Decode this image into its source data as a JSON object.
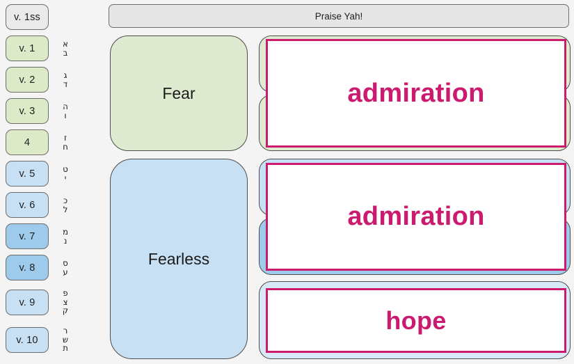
{
  "header": {
    "title": "Praise Yah!"
  },
  "sidebar": {
    "verses": [
      {
        "label": "v. 1ss",
        "tone": "neutral",
        "hebrew": []
      },
      {
        "label": "v. 1",
        "tone": "green",
        "hebrew": [
          "א",
          "ב"
        ]
      },
      {
        "label": "v. 2",
        "tone": "green",
        "hebrew": [
          "ג",
          "ד"
        ]
      },
      {
        "label": "v. 3",
        "tone": "green",
        "hebrew": [
          "ה",
          "ו"
        ]
      },
      {
        "label": "4",
        "tone": "green",
        "hebrew": [
          "ז",
          "ח"
        ]
      },
      {
        "label": "v. 5",
        "tone": "blue",
        "hebrew": [
          "ט",
          "י"
        ]
      },
      {
        "label": "v. 6",
        "tone": "blue",
        "hebrew": [
          "כ",
          "ל"
        ]
      },
      {
        "label": "v. 7",
        "tone": "blue-dk",
        "hebrew": [
          "מ",
          "נ"
        ]
      },
      {
        "label": "v. 8",
        "tone": "blue-dk",
        "hebrew": [
          "ס",
          "ע"
        ]
      },
      {
        "label": "v. 9",
        "tone": "blue",
        "hebrew": [
          "פ",
          "צ",
          "ק"
        ]
      },
      {
        "label": "v. 10",
        "tone": "blue",
        "hebrew": [
          "ר",
          "ש",
          "ת"
        ]
      }
    ]
  },
  "main": {
    "categories": [
      {
        "label": "Fear",
        "color": "#dfebd0"
      },
      {
        "label": "Fearless",
        "color": "#c8e0f4"
      }
    ],
    "emotions": [
      {
        "label": "admiration",
        "group": "fear"
      },
      {
        "label": "admiration",
        "group": "fearless"
      },
      {
        "label": "hope",
        "group": "fearless"
      }
    ],
    "backing_colors": {
      "green": "#dfebd0",
      "blue": "#c8e0f4",
      "blue_dark": "#9ecbeb",
      "blue_pale": "#d9e8f6"
    },
    "accent": "#cc1a6e"
  }
}
